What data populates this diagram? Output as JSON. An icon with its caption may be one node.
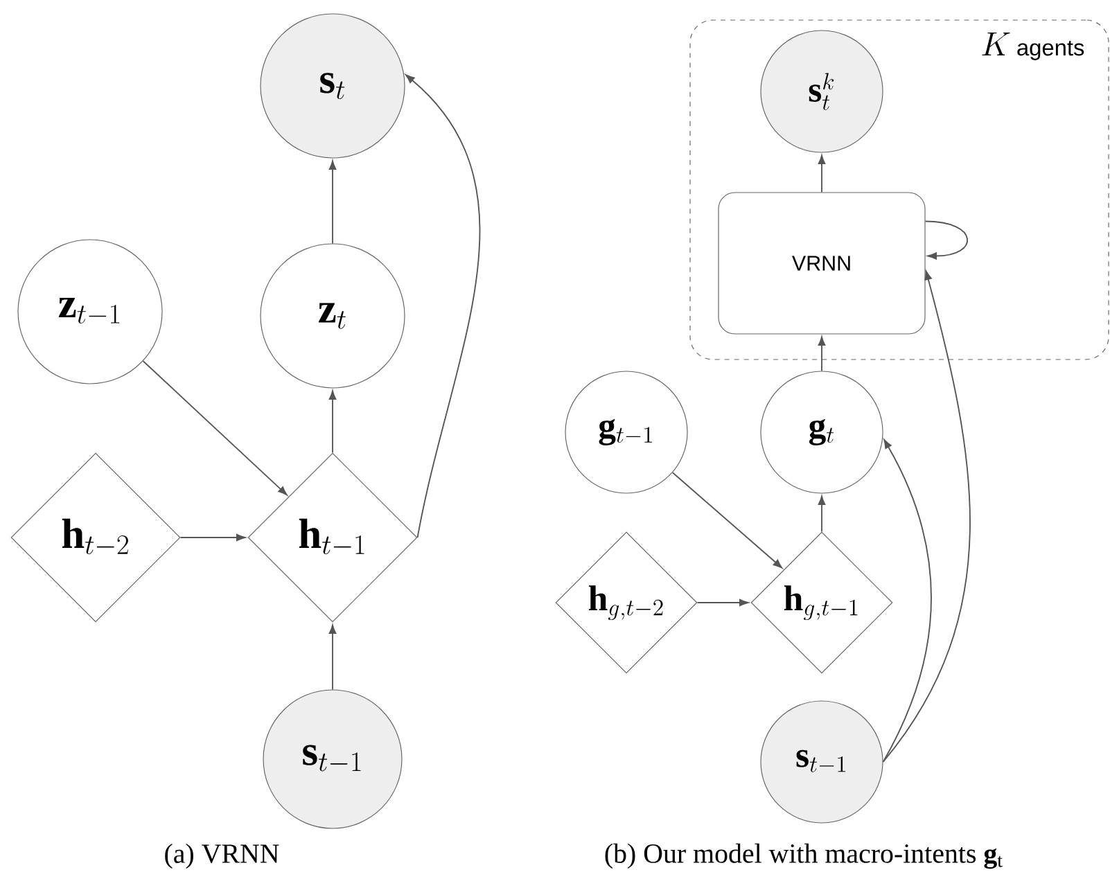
{
  "diagram": {
    "nodes": [
      {
        "text": [
          "\\mathbf{s}_t"
        ]
      },
      {
        "text": [
          "\\mathbf{z}_{t-1}"
        ]
      },
      {
        "text": [
          "\\mathbf{z}_t"
        ]
      },
      {
        "text": [
          "\\mathbf{h}_{t-2}"
        ]
      },
      {
        "text": [
          "\\mathbf{h}_{t-1}"
        ]
      },
      {
        "text": [
          "\\mathbf{s}_{t-1}"
        ]
      },
      {
        "text": [
          "K",
          "agents"
        ]
      },
      {
        "text": [
          "\\mathbf{s}_t^k"
        ],
        "in": 6
      },
      {
        "text": [
          "VRNN"
        ],
        "in": 6
      },
      {
        "text": [
          "\\mathbf{g}_{t-1}"
        ]
      },
      {
        "text": [
          "\\mathbf{g}_t"
        ]
      },
      {
        "text": [
          "\\mathbf{h}_{g,t-2}"
        ]
      },
      {
        "text": [
          "\\mathbf{h}_{g,t-1}"
        ]
      },
      {
        "text": [
          "\\mathbf{s}_{t-1}"
        ]
      }
    ],
    "edges": [
      {
        "from": 2,
        "to": 0,
        "arrow": "to"
      },
      {
        "from": 4,
        "to": 2,
        "arrow": "to"
      },
      {
        "from": 1,
        "to": 4,
        "arrow": "to"
      },
      {
        "from": 3,
        "to": 4,
        "arrow": "to"
      },
      {
        "from": 5,
        "to": 4,
        "arrow": "to"
      },
      {
        "from": 4,
        "to": 0,
        "arrow": "to"
      },
      {
        "from": 8,
        "to": 7,
        "arrow": "to"
      },
      {
        "from": 8,
        "to": 8,
        "arrow": "to"
      },
      {
        "from": 10,
        "to": 8,
        "arrow": "to"
      },
      {
        "from": 9,
        "to": 12,
        "arrow": "to"
      },
      {
        "from": 11,
        "to": 12,
        "arrow": "to"
      },
      {
        "from": 12,
        "to": 10,
        "arrow": "to"
      },
      {
        "from": 13,
        "to": 10,
        "arrow": "to"
      },
      {
        "from": 13,
        "to": 8,
        "arrow": "to"
      }
    ],
    "labels": [
      "(a) VRNN",
      "(b) Our model with macro-intents **g**$_{t}$"
    ]
  }
}
